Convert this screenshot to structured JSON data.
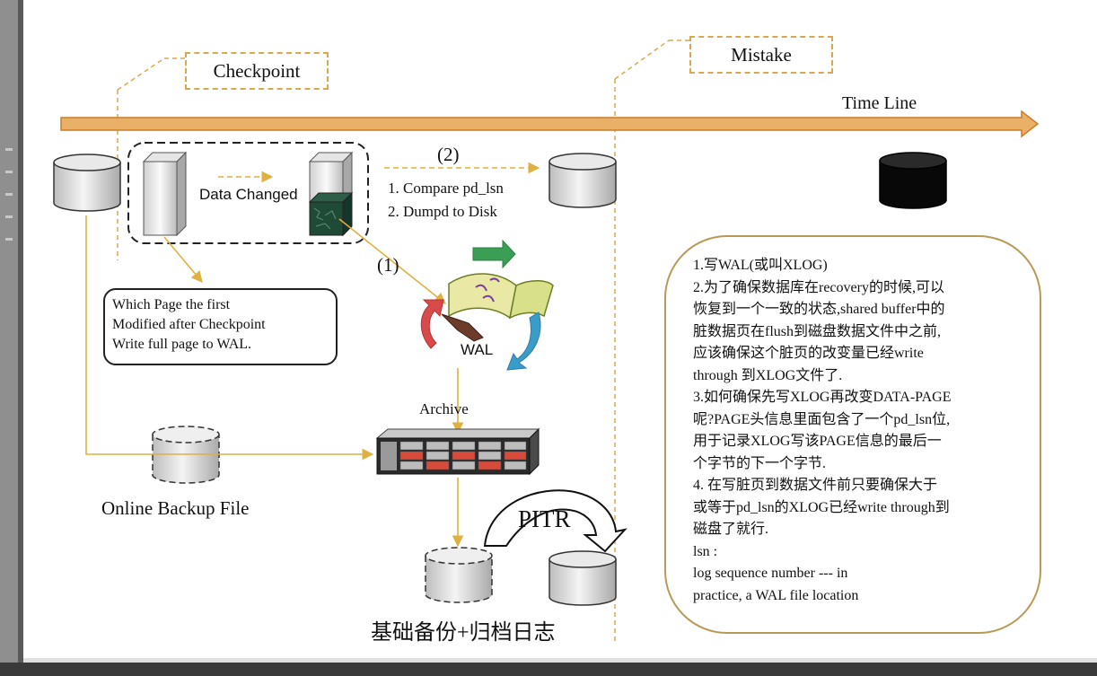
{
  "labels": {
    "checkpoint": "Checkpoint",
    "mistake": "Mistake",
    "time_line": "Time Line",
    "data_changed": "Data Changed",
    "step2": "(2)",
    "compare": "1. Compare pd_lsn",
    "dump": "2. Dumpd to Disk",
    "step1": "(1)",
    "wal": "WAL",
    "archive": "Archive",
    "online_backup": "Online Backup File",
    "pitr": "PITR",
    "base_backup": "基础备份+归档日志"
  },
  "note_lines": [
    "Which Page the first",
    "Modified after Checkpoint",
    "Write full page to WAL."
  ],
  "bubble_lines": [
    "1.写WAL(或叫XLOG)",
    "2.为了确保数据库在recovery的时候,可以",
    "恢复到一个一致的状态,shared buffer中的",
    "脏数据页在flush到磁盘数据文件中之前,",
    "应该确保这个脏页的改变量已经write",
    "through 到XLOG文件了.",
    "3.如何确保先写XLOG再改变DATA-PAGE",
    "呢?PAGE头信息里面包含了一个pd_lsn位,",
    "用于记录XLOG写该PAGE信息的最后一",
    "个字节的下一个字节.",
    "4. 在写脏页到数据文件前只要确保大于",
    "或等于pd_lsn的XLOG已经write through到",
    "磁盘了就行.",
    "lsn :",
    "log sequence number --- in",
    "practice, a WAL file location"
  ],
  "colors": {
    "timeline": "#eab068",
    "timeline_stroke": "#c97d25",
    "connector": "#e0b040",
    "dashed_label": "#d9a84e",
    "bubble_border": "#b89a55"
  },
  "icons": [
    "database-icon",
    "page-icon",
    "dirty-page-icon",
    "wal-book-icon",
    "server-rack-icon",
    "curved-arrow-icon"
  ]
}
